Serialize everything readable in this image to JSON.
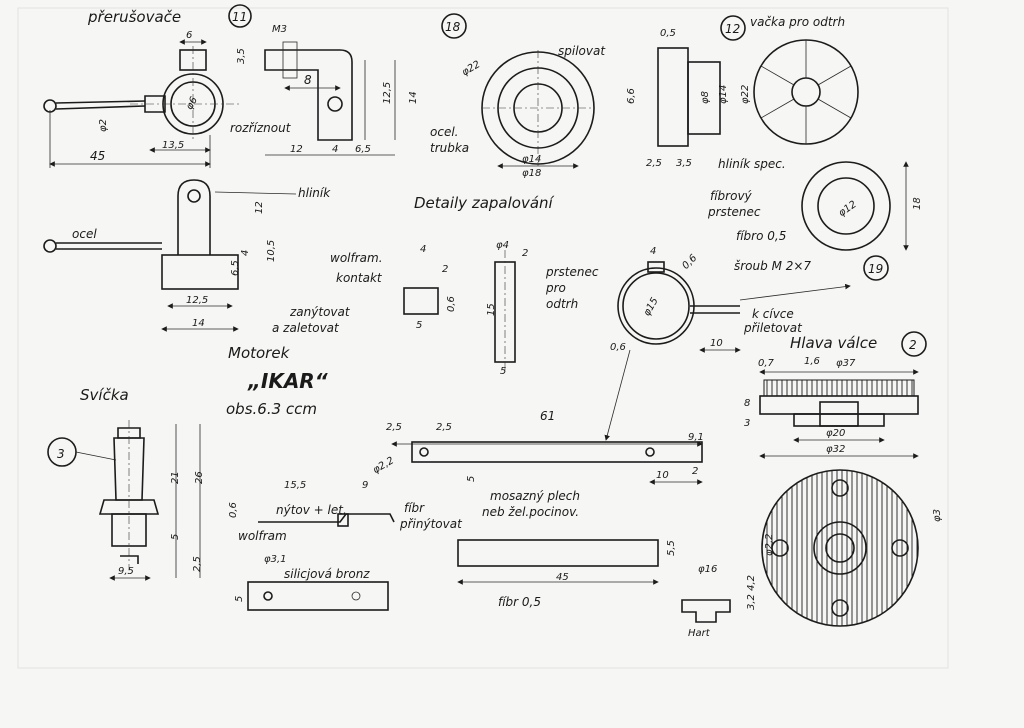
{
  "sheet": {
    "title": "Detaily zapalování",
    "engine_name_line1": "Motorek",
    "engine_name_line2": "„IKAR“",
    "engine_displacement": "obs.6.3 ccm"
  },
  "part_numbers": [
    "11",
    "18",
    "12",
    "19",
    "2",
    "3"
  ],
  "labels": {
    "breaker": "přerušovače",
    "cut": "rozříznout",
    "aluminium_top": "hliník",
    "steel_top": "ocel",
    "steel_tube_1": "ocel.",
    "steel_tube_2": "trubka",
    "file": "spilovat",
    "cam": "vačka pro odtrh",
    "special_aluminium": "hliník spec.",
    "fibre_ring_1": "fíbrový",
    "fibre_ring_2": "prstenec",
    "fibre_thk": "fíbro 0,5",
    "tungsten_contact_1": "wolfram.",
    "tungsten_contact_2": "kontakt",
    "rivet_solder_1": "zanýtovat",
    "rivet_solder_2": "a zaletovat",
    "ring_breaker_1": "prstenec",
    "ring_breaker_2": "pro",
    "ring_breaker_3": "odtrh",
    "screw": "šroub M 2×7",
    "to_coil_1": "k cívce",
    "to_coil_2": "přiletovat",
    "cylinder_head": "Hlava válce",
    "spark_plug": "Svíčka",
    "brass_1": "mosazný plech",
    "brass_2": "neb žel.pocinov.",
    "rivet_solder": "nýtov + let.",
    "fibre_short": "fíbr",
    "rivet_on": "přinýtovat",
    "tungsten": "wolfram",
    "silicon_bronze": "silicjová bronz",
    "fibre_half": "fíbr 0,5",
    "hard": "Hart"
  },
  "dims": {
    "d6": "6",
    "dM3": "M3",
    "d35": "3,5",
    "d8": "8",
    "d125": "12,5",
    "d14": "14",
    "d45": "45",
    "d135": "13,5",
    "d12": "12",
    "d4": "4",
    "d65": "6,5",
    "dphi2": "φ2",
    "dphi22": "φ22",
    "dphi6": "φ6",
    "dphi14": "φ14",
    "dphi18": "φ18",
    "d05": "0,5",
    "d66": "6,6",
    "dphi8": "φ8",
    "dphi14b": "φ14",
    "dphi22b": "φ22",
    "d25": "2,5",
    "d35b": "3,5",
    "d18": "18",
    "dphi12": "φ12",
    "d12b": "12",
    "d65b": "6,5",
    "d4b": "4",
    "d105": "10,5",
    "d125b": "12,5",
    "d14b": "14",
    "d4c": "4",
    "d2": "2",
    "d06": "0,6",
    "d5": "5",
    "dphi4": "φ4",
    "d2b": "2",
    "d15": "15",
    "d5b": "5",
    "d4d": "4",
    "d06b": "0,6",
    "dphi15": "φ15",
    "d06c": "0,6",
    "d10": "10",
    "d07": "0,7",
    "d16": "1,6",
    "dphi37": "φ37",
    "d8b": "8",
    "d3": "3",
    "dphi20": "φ20",
    "dphi32": "φ32",
    "d21": "21",
    "d26": "26",
    "d5c": "5",
    "d25b": "2,5",
    "d95": "9,5",
    "d61": "61",
    "d25c": "2,5",
    "d25d": "2,5",
    "dphi22c": "φ2,2",
    "d5d": "5",
    "d10b": "10",
    "d91": "9,1",
    "d2c": "2",
    "d155": "15,5",
    "d9": "9",
    "d06d": "0,6",
    "dphi31": "φ3,1",
    "d5e": "5",
    "d45b": "45",
    "d55": "5,5",
    "dphi16": "φ16",
    "dphi22d": "φ2,2",
    "dphi3": "φ3",
    "d3242": "3,2 4,2"
  }
}
